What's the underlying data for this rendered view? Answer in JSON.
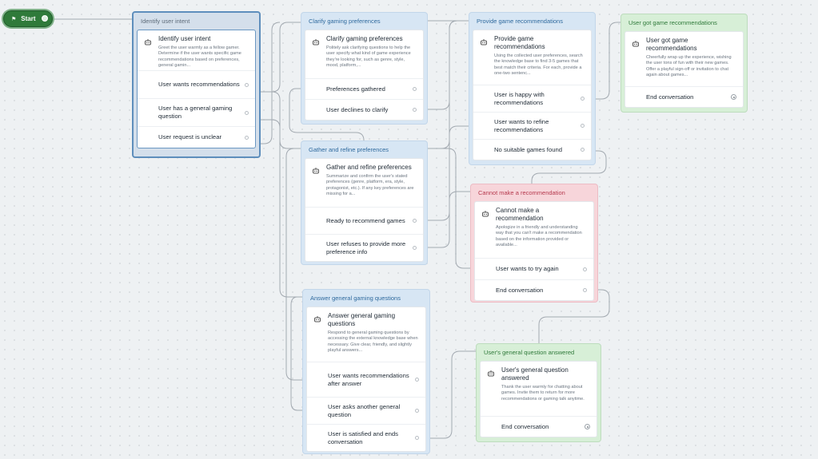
{
  "start": {
    "label": "Start"
  },
  "nodes": {
    "identify": {
      "title": "Identify user intent",
      "card_title": "Identify user intent",
      "description": "Greet the user warmly as a fellow gamer. Determine if the user wants specific game recommendations based on preferences, general gamin...",
      "options": [
        "User wants recommendations",
        "User has a general gaming question",
        "User request is unclear"
      ]
    },
    "clarify": {
      "title": "Clarify gaming preferences",
      "card_title": "Clarify gaming preferences",
      "description": "Politely ask clarifying questions to help the user specify what kind of game experience they're looking for, such as genre, style, mood, platform,...",
      "options": [
        "Preferences gathered",
        "User declines to clarify"
      ]
    },
    "gather": {
      "title": "Gather and refine preferences",
      "card_title": "Gather and refine preferences",
      "description": "Summarize and confirm the user's stated preferences (genre, platform, era, style, protagonist, etc.). If any key preferences are missing for a...",
      "options": [
        "Ready to recommend games",
        "User refuses to provide more preference info"
      ]
    },
    "answer": {
      "title": "Answer general gaming questions",
      "card_title": "Answer general gaming questions",
      "description": "Respond to general gaming questions by accessing the external knowledge base when necessary. Give clear, friendly, and slightly playful answers...",
      "options": [
        "User wants recommendations after answer",
        "User asks another general question",
        "User is satisfied and ends conversation"
      ]
    },
    "provide": {
      "title": "Provide game recommendations",
      "card_title": "Provide game recommendations",
      "description": "Using the collected user preferences, search the knowledge base to find 3-5 games that best match their criteria. For each, provide a one-two sentenc...",
      "options": [
        "User is happy with recommendations",
        "User wants to refine recommendations",
        "No suitable games found"
      ]
    },
    "cannot": {
      "title": "Cannot make a recommendation",
      "card_title": "Cannot make a recommendation",
      "description": "Apologize in a friendly and understanding way that you can't make a recommendation based on the information provided or available...",
      "options": [
        "User wants to try again",
        "End conversation"
      ]
    },
    "gotrec": {
      "title": "User got game recommendations",
      "card_title": "User got game recommendations",
      "description": "Cheerfully wrap up the experience, wishing the user tons of fun with their new games. Offer a playful sign-off or invitation to chat again about games...",
      "options": [
        "End conversation"
      ]
    },
    "answered": {
      "title": "User's general question answered",
      "card_title": "User's general question answered",
      "description": "Thank the user warmly for chatting about games. Invite them to return for more recommendations or gaming talk anytime.",
      "options": [
        "End conversation"
      ]
    }
  },
  "colors": {
    "blue_header": "#d7e6f4",
    "green_header": "#d7efd7",
    "red_header": "#f7d5da",
    "start": "#2f7a3a",
    "selected_border": "#5e8ebc"
  },
  "icons": {
    "agent": "robot-icon",
    "start": "flag-icon",
    "end": "end-circle-icon"
  }
}
